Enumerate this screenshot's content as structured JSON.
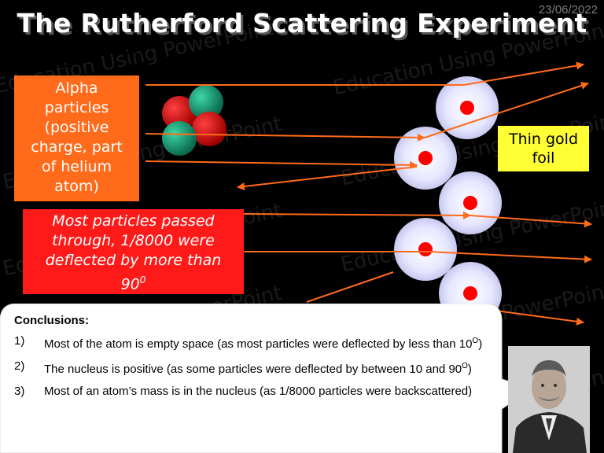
{
  "date": "23/06/2022",
  "title": "The Rutherford Scattering Experiment",
  "watermark_text": "Education Using PowerPoint",
  "alpha_box": {
    "lines": [
      "Alpha",
      "particles",
      "(positive",
      "charge, part",
      "of helium",
      "atom)"
    ]
  },
  "gold_box": {
    "lines": [
      "Thin gold",
      "foil"
    ]
  },
  "most_box": {
    "lines": [
      "Most particles passed",
      "through, 1/8000 were",
      "deflected by more than"
    ],
    "last_main": "90",
    "last_sup": "0"
  },
  "conclusions": {
    "heading": "Conclusions:",
    "items": [
      {
        "num": "1)",
        "text_a": "Most of the atom is empty space (as most particles were deflected by less than 10",
        "sup": "O",
        "text_b": ")"
      },
      {
        "num": "2)",
        "text_a": "The nucleus is positive (as some particles were deflected by between 10 and 90",
        "sup": "O",
        "text_b": ")"
      },
      {
        "num": "3)",
        "text_a": "Most of an atom’s mass is in the nucleus (as 1/8000 particles were backscattered)",
        "sup": "",
        "text_b": ""
      }
    ]
  },
  "colors": {
    "alpha_box": "#ff6b1a",
    "gold_box": "#ffff33",
    "most_box": "#ff1a1a",
    "arrow": "#ff6b1a",
    "nucleus": "#ff0000",
    "atom": "#dcdcff",
    "proton": "#dd2222",
    "neutron": "#22aa88"
  }
}
